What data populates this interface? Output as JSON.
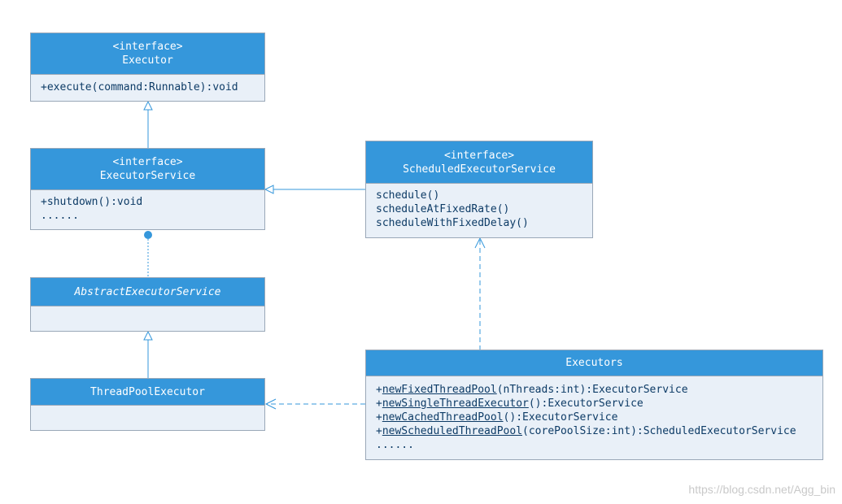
{
  "executor": {
    "stereotype": "<interface>",
    "name": "Executor",
    "methods": [
      "+execute(command:Runnable):void"
    ]
  },
  "executor_service": {
    "stereotype": "<interface>",
    "name": "ExecutorService",
    "methods": [
      "+shutdown():void",
      "......"
    ]
  },
  "scheduled_executor_service": {
    "stereotype": "<interface>",
    "name": "ScheduledExecutorService",
    "methods": [
      "schedule()",
      "scheduleAtFixedRate()",
      "scheduleWithFixedDelay()"
    ]
  },
  "abstract_executor_service": {
    "name": "AbstractExecutorService"
  },
  "thread_pool_executor": {
    "name": "ThreadPoolExecutor"
  },
  "executors": {
    "name": "Executors",
    "methods": [
      {
        "prefix": "+",
        "name": "newFixedThreadPool",
        "suffix": "(nThreads:int):ExecutorService"
      },
      {
        "prefix": "+",
        "name": "newSingleThreadExecutor",
        "suffix": "():ExecutorService"
      },
      {
        "prefix": "+",
        "name": "newCachedThreadPool",
        "suffix": "():ExecutorService"
      },
      {
        "prefix": "+",
        "name": "newScheduledThreadPool",
        "suffix": "(corePoolSize:int):ScheduledExecutorService"
      }
    ],
    "ellipsis": "......"
  },
  "watermark": "https://blog.csdn.net/Agg_bin",
  "colors": {
    "header": "#3597db",
    "body": "#e9f0f8",
    "border": "#9aa8b8",
    "line": "#3597db",
    "text": "#0d3b66"
  }
}
